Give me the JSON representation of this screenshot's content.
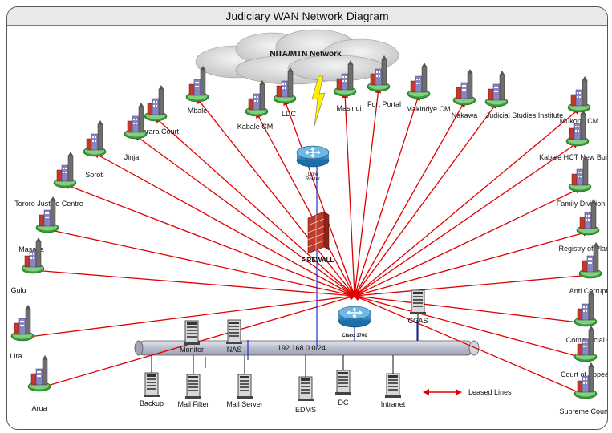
{
  "title": "Judiciary WAN  Network Diagram",
  "cloud_label": "NITA/MTN Network",
  "core_router": {
    "label_line1": "Core",
    "label_line2": "Router"
  },
  "firewall_label": "FIREWALL",
  "central_router_label": "Cisco 3700",
  "network_label": "192.168.0.0/24",
  "legend_label": "Leased Lines",
  "colors": {
    "link": "#e00000",
    "lan": "#2233cc",
    "bus": "#c8ccd8"
  },
  "sites": [
    {
      "label": "Mbale"
    },
    {
      "label": "Mbarara Court"
    },
    {
      "label": "Jinja"
    },
    {
      "label": "Soroti"
    },
    {
      "label": "Tororo  Justice Centre"
    },
    {
      "label": "Masaka"
    },
    {
      "label": "Gulu"
    },
    {
      "label": "Lira"
    },
    {
      "label": "Arua"
    },
    {
      "label": "Kabale CM"
    },
    {
      "label": "LDC"
    },
    {
      "label": "Masindi"
    },
    {
      "label": "Fort Portal"
    },
    {
      "label": "Makindye CM"
    },
    {
      "label": "Nakawa"
    },
    {
      "label": "Judicial Studies Institute"
    },
    {
      "label": "Mukono CM"
    },
    {
      "label": "Kabale HCT New Building"
    },
    {
      "label": "Family Division"
    },
    {
      "label": "Registry of Planning &"
    },
    {
      "label": "Anti Corruption &"
    },
    {
      "label": "Commercial Court"
    },
    {
      "label": "Court of Appeal"
    },
    {
      "label": "Supreme Court"
    }
  ],
  "servers": [
    {
      "label": "Monitor"
    },
    {
      "label": "NAS"
    },
    {
      "label": "CCAS"
    },
    {
      "label": "Backup"
    },
    {
      "label": "Mail Filter"
    },
    {
      "label": "Mail Server"
    },
    {
      "label": "EDMS"
    },
    {
      "label": "DC"
    },
    {
      "label": "Intranet"
    }
  ]
}
